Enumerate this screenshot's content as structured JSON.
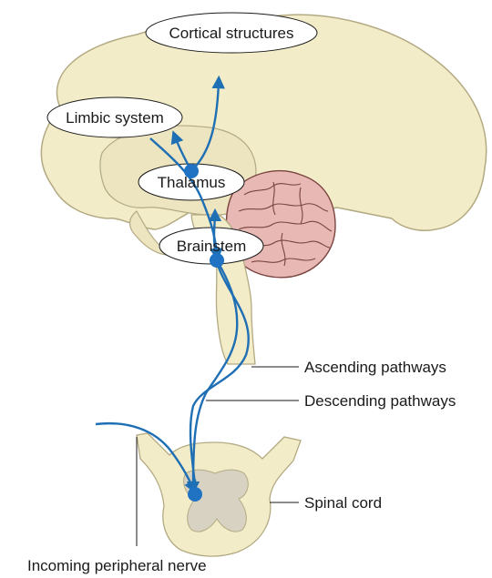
{
  "labels": {
    "cortical": "Cortical structures",
    "limbic": "Limbic system",
    "thalamus": "Thalamus",
    "brainstem": "Brainstem",
    "ascending": "Ascending pathways",
    "descending": "Descending pathways",
    "spinal_cord": "Spinal cord",
    "peripheral_nerve": "Incoming peripheral nerve"
  },
  "colors": {
    "brain_fill": "#f3ecc8",
    "brain_stroke": "#b3aa83",
    "cerebellum_fill": "#e8b9b4",
    "cerebellum_stroke": "#7a4440",
    "pathway": "#1f6fb4",
    "node": "#1f73c2",
    "gray_matter": "#d8d2c2"
  }
}
